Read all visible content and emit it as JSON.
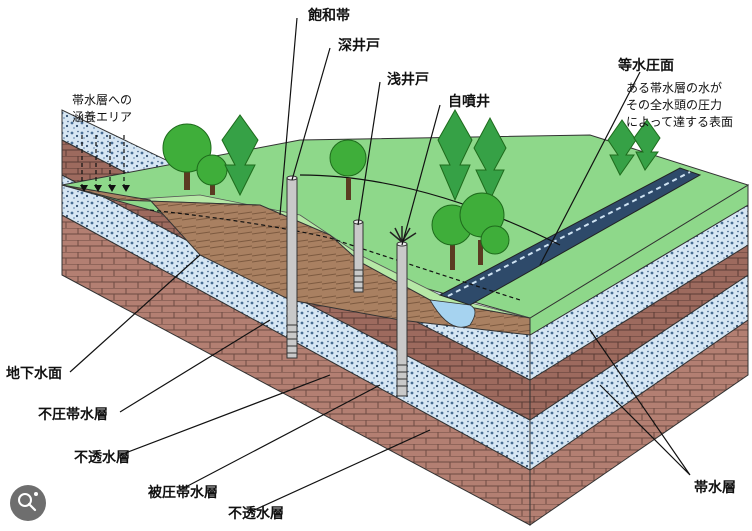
{
  "labels": {
    "saturated_zone": "飽和帯",
    "deep_well": "深井戸",
    "shallow_well": "浅井戸",
    "artesian_well": "自噴井",
    "recharge_area_line1": "帯水層への",
    "recharge_area_line2": "涵養エリア",
    "potentiometric_surface": "等水圧面",
    "potentiometric_desc_line1": "ある帯水層の水が",
    "potentiometric_desc_line2": "その全水頭の圧力",
    "potentiometric_desc_line3": "によって達する表面",
    "water_table": "地下水面",
    "unconfined_aquifer": "不圧帯水層",
    "aquitard_upper": "不透水層",
    "confined_aquifer": "被圧帯水層",
    "aquitard_lower": "不透水層",
    "aquifer": "帯水層"
  },
  "colors": {
    "grass": "#8ed88a",
    "grass_light": "#b6e8a6",
    "soil": "#a37b5c",
    "brick": "#b07a6e",
    "aquifer_blue": "#cfe3f3",
    "tree_green": "#3fae3a"
  },
  "icons": {
    "search": "lens-search-icon"
  }
}
